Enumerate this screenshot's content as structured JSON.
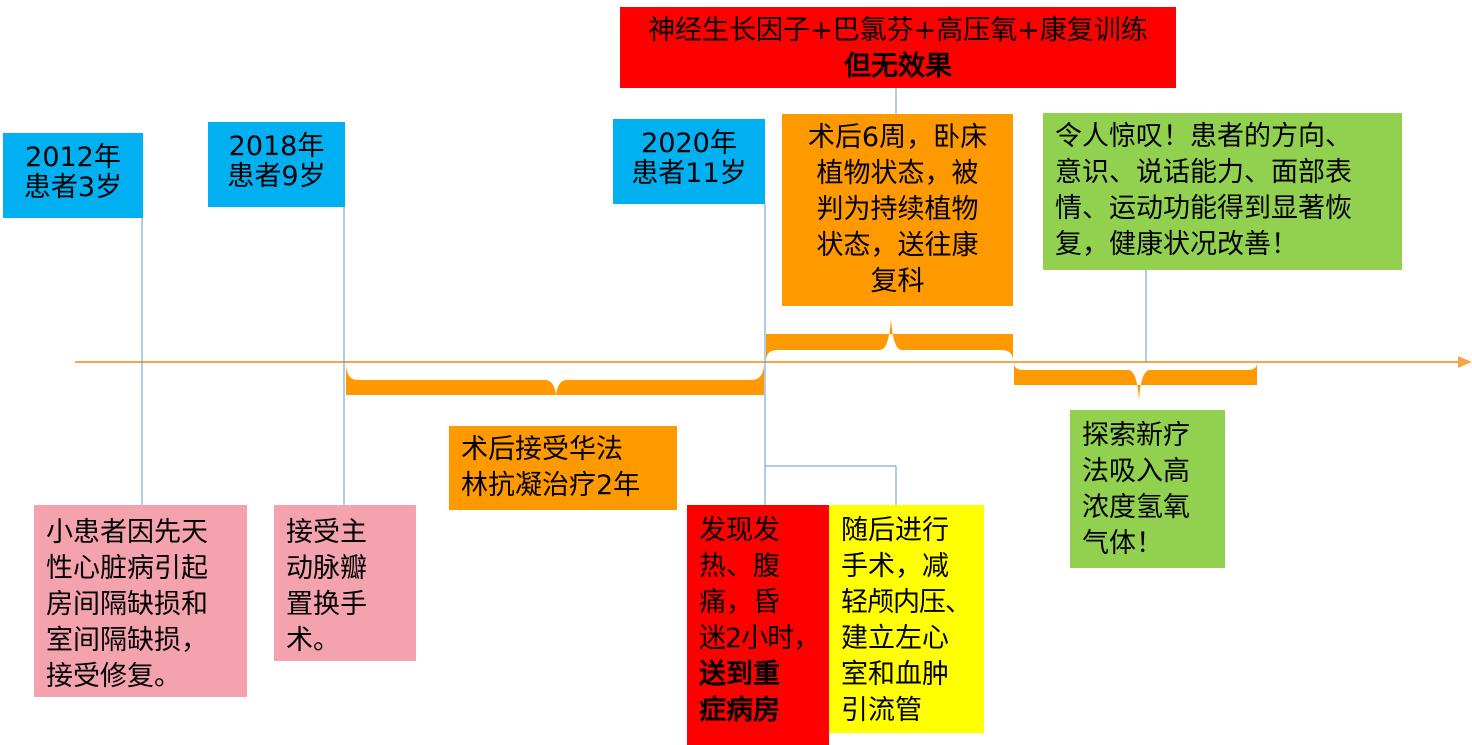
{
  "milestones": [
    {
      "year": "2012年",
      "age": "患者3岁"
    },
    {
      "year": "2018年",
      "age": "患者9岁"
    },
    {
      "year": "2020年",
      "age": "患者11岁"
    }
  ],
  "events": {
    "congenital": [
      "小患者因先天",
      "性心脏病引起",
      "房间隔缺损和",
      "室间隔缺损，",
      "接受修复。"
    ],
    "valve": [
      "接受主",
      "动脉瓣",
      "置换手",
      "术。"
    ],
    "warfarin": [
      "术后接受华法",
      "林抗凝治疗2年"
    ],
    "emergency": [
      "发现发",
      "热、腹",
      "痛，昏",
      "迷2小时，"
    ],
    "emergency_bold": [
      "送到重",
      "症病房"
    ],
    "surgery": [
      "随后进行",
      "手术，减",
      "轻颅内压、",
      "建立左心",
      "室和血肿",
      "引流管"
    ],
    "vegetative": [
      "术后6周，卧床",
      "植物状态，被",
      "判为持续植物",
      "状态，送往康",
      "复科"
    ],
    "treatment": "神经生长因子+巴氯芬+高压氧+康复训练",
    "treatment_result": "但无效果",
    "hydrogen": [
      "探索新疗",
      "法吸入高",
      "浓度氢氧",
      "气体！"
    ],
    "recovery": [
      "令人惊叹！患者的方向、",
      "意识、说话能力、面部表",
      "情、运动功能得到显著恢",
      "复，健康状况改善！"
    ]
  },
  "colors": {
    "timeline": "#f6a64a",
    "connector": "#5b9bd5",
    "brace": "#ff9900",
    "year_box": "#00b0f0",
    "history_box": "#f4a3ae",
    "alert_box": "#ff0000",
    "surgery_box": "#ffff00",
    "recovery_box": "#92d050"
  }
}
